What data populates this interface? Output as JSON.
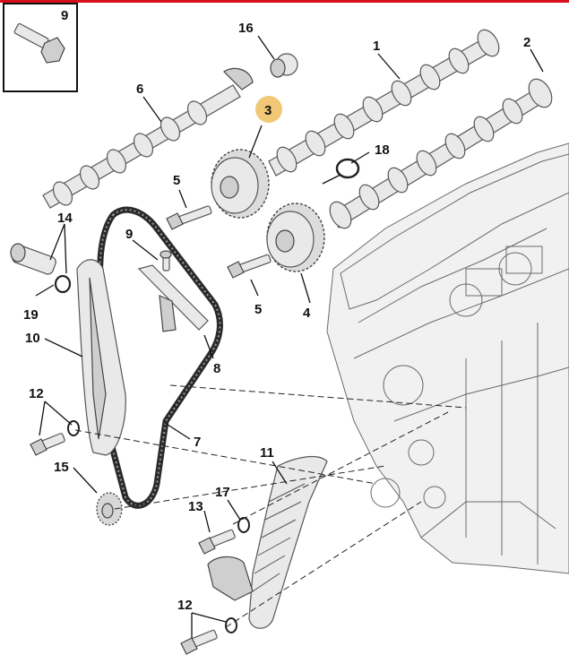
{
  "colors": {
    "top_rule": "#d8101e",
    "highlight": "#f2c877",
    "ink": "#111111"
  },
  "callouts": [
    {
      "id": "c1",
      "label": "1"
    },
    {
      "id": "c2",
      "label": "2"
    },
    {
      "id": "c3",
      "label": "3",
      "highlighted": true
    },
    {
      "id": "c4",
      "label": "4"
    },
    {
      "id": "c5a",
      "label": "5"
    },
    {
      "id": "c5b",
      "label": "5"
    },
    {
      "id": "c6",
      "label": "6"
    },
    {
      "id": "c7",
      "label": "7"
    },
    {
      "id": "c8",
      "label": "8"
    },
    {
      "id": "c9a",
      "label": "9"
    },
    {
      "id": "c9b",
      "label": "9"
    },
    {
      "id": "c10",
      "label": "10"
    },
    {
      "id": "c11",
      "label": "11"
    },
    {
      "id": "c12a",
      "label": "12"
    },
    {
      "id": "c12b",
      "label": "12"
    },
    {
      "id": "c13",
      "label": "13"
    },
    {
      "id": "c14",
      "label": "14"
    },
    {
      "id": "c15",
      "label": "15"
    },
    {
      "id": "c16",
      "label": "16"
    },
    {
      "id": "c17",
      "label": "17"
    },
    {
      "id": "c18",
      "label": "18"
    },
    {
      "id": "c19",
      "label": "19"
    }
  ]
}
